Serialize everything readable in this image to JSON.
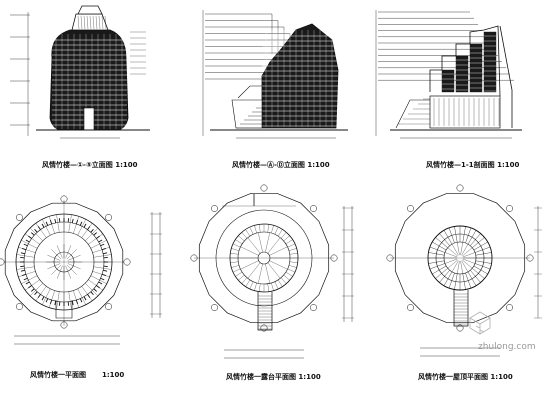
{
  "drawings": {
    "elev_front": {
      "caption": "风情竹楼—①-⑤立面图 1:100"
    },
    "elev_side": {
      "caption": "风情竹楼—Ⓐ-Ⓓ立面图 1:100"
    },
    "section": {
      "caption": "风情竹楼—1-1剖面图 1:100"
    },
    "plan_ground": {
      "caption": "风情竹楼一平面图",
      "scale": "1:100"
    },
    "plan_terrace": {
      "caption": "风情竹楼一露台平面图 1:100"
    },
    "plan_roof": {
      "caption": "风情竹楼一屋顶平面图 1:100"
    }
  },
  "watermark": {
    "text": "zhulong.com"
  },
  "colors": {
    "line": "#111111",
    "hatch": "#1a1a1a",
    "paper": "#ffffff",
    "watermark": "#9a9a9a"
  }
}
